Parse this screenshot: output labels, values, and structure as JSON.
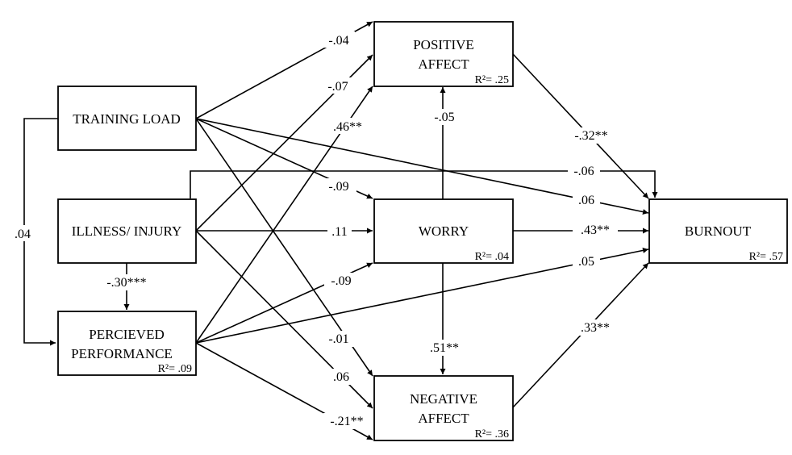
{
  "nodes": {
    "training_load": {
      "label_lines": [
        "TRAINING LOAD"
      ],
      "r2": ""
    },
    "illness_injury": {
      "label_lines": [
        "ILLNESS/ INJURY"
      ],
      "r2": ""
    },
    "perceived_performance": {
      "label_lines": [
        "PERCIEVED",
        "PERFORMANCE"
      ],
      "r2": "R²= .09"
    },
    "positive_affect": {
      "label_lines": [
        "POSITIVE",
        "AFFECT"
      ],
      "r2": "R²= .25"
    },
    "worry": {
      "label_lines": [
        "WORRY"
      ],
      "r2": "R²= .04"
    },
    "negative_affect": {
      "label_lines": [
        "NEGATIVE",
        "AFFECT"
      ],
      "r2": "R²= .36"
    },
    "burnout": {
      "label_lines": [
        "BURNOUT"
      ],
      "r2": "R²= .57"
    }
  },
  "paths": [
    {
      "from": "training_load",
      "to": "perceived_performance",
      "coef": ".04"
    },
    {
      "from": "illness_injury",
      "to": "perceived_performance",
      "coef": "-.30***"
    },
    {
      "from": "training_load",
      "to": "positive_affect",
      "coef": "-.04"
    },
    {
      "from": "illness_injury",
      "to": "positive_affect",
      "coef": "-.07"
    },
    {
      "from": "perceived_performance",
      "to": "positive_affect",
      "coef": ".46**"
    },
    {
      "from": "training_load",
      "to": "worry",
      "coef": "-.09"
    },
    {
      "from": "illness_injury",
      "to": "worry",
      "coef": ".11"
    },
    {
      "from": "perceived_performance",
      "to": "worry",
      "coef": "-.09"
    },
    {
      "from": "training_load",
      "to": "negative_affect",
      "coef": "-.01"
    },
    {
      "from": "illness_injury",
      "to": "negative_affect",
      "coef": ".06"
    },
    {
      "from": "perceived_performance",
      "to": "negative_affect",
      "coef": "-.21**"
    },
    {
      "from": "worry",
      "to": "positive_affect",
      "coef": "-.05"
    },
    {
      "from": "worry",
      "to": "negative_affect",
      "coef": ".51**"
    },
    {
      "from": "positive_affect",
      "to": "burnout",
      "coef": "-.32**"
    },
    {
      "from": "illness_injury",
      "to": "burnout",
      "coef": "-.06"
    },
    {
      "from": "training_load",
      "to": "burnout",
      "coef": ".06"
    },
    {
      "from": "worry",
      "to": "burnout",
      "coef": ".43**"
    },
    {
      "from": "perceived_performance",
      "to": "burnout",
      "coef": ".05"
    },
    {
      "from": "negative_affect",
      "to": "burnout",
      "coef": ".33**"
    }
  ]
}
